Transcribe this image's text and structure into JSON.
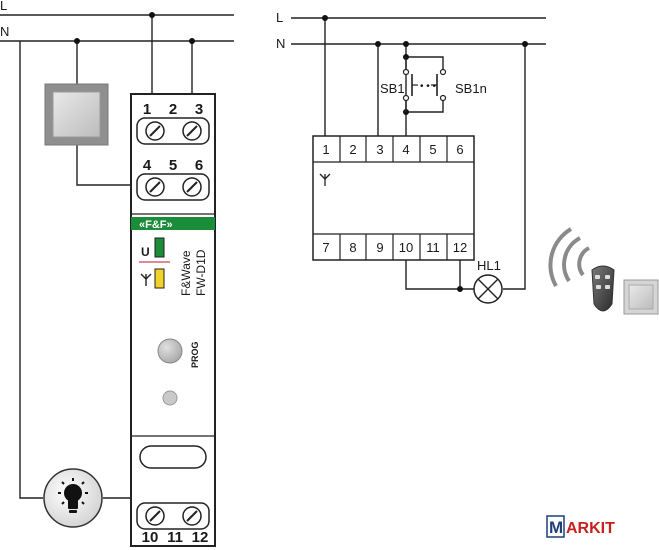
{
  "left_diagram": {
    "lines": {
      "l": "L",
      "n": "N"
    },
    "device": {
      "top_terminals_row1": [
        "1",
        "2",
        "3"
      ],
      "top_terminals_row2": [
        "4",
        "5",
        "6"
      ],
      "bottom_terminals": [
        "10",
        "11",
        "12"
      ],
      "brand": "«F&F»",
      "name_line1": "F&Wave",
      "name_line2": "FW-D1D",
      "led_u_label": "U",
      "led_u_color": "#1a8c3a",
      "led_radio_color": "#f2d12b",
      "prog_label": "PROG",
      "brand_bar_color": "#1a8c3a"
    }
  },
  "right_diagram": {
    "lines": {
      "l": "L",
      "n": "N"
    },
    "top_terminals": [
      "1",
      "2",
      "3",
      "4",
      "5",
      "6"
    ],
    "bottom_terminals": [
      "7",
      "8",
      "9",
      "10",
      "11",
      "12"
    ],
    "switch_label_1": "SB1",
    "switch_label_n": "SB1n",
    "switch_dots": "• • •",
    "lamp_label": "HL1"
  },
  "watermark": {
    "text_m": "M",
    "text_rest": "ARKIT"
  }
}
